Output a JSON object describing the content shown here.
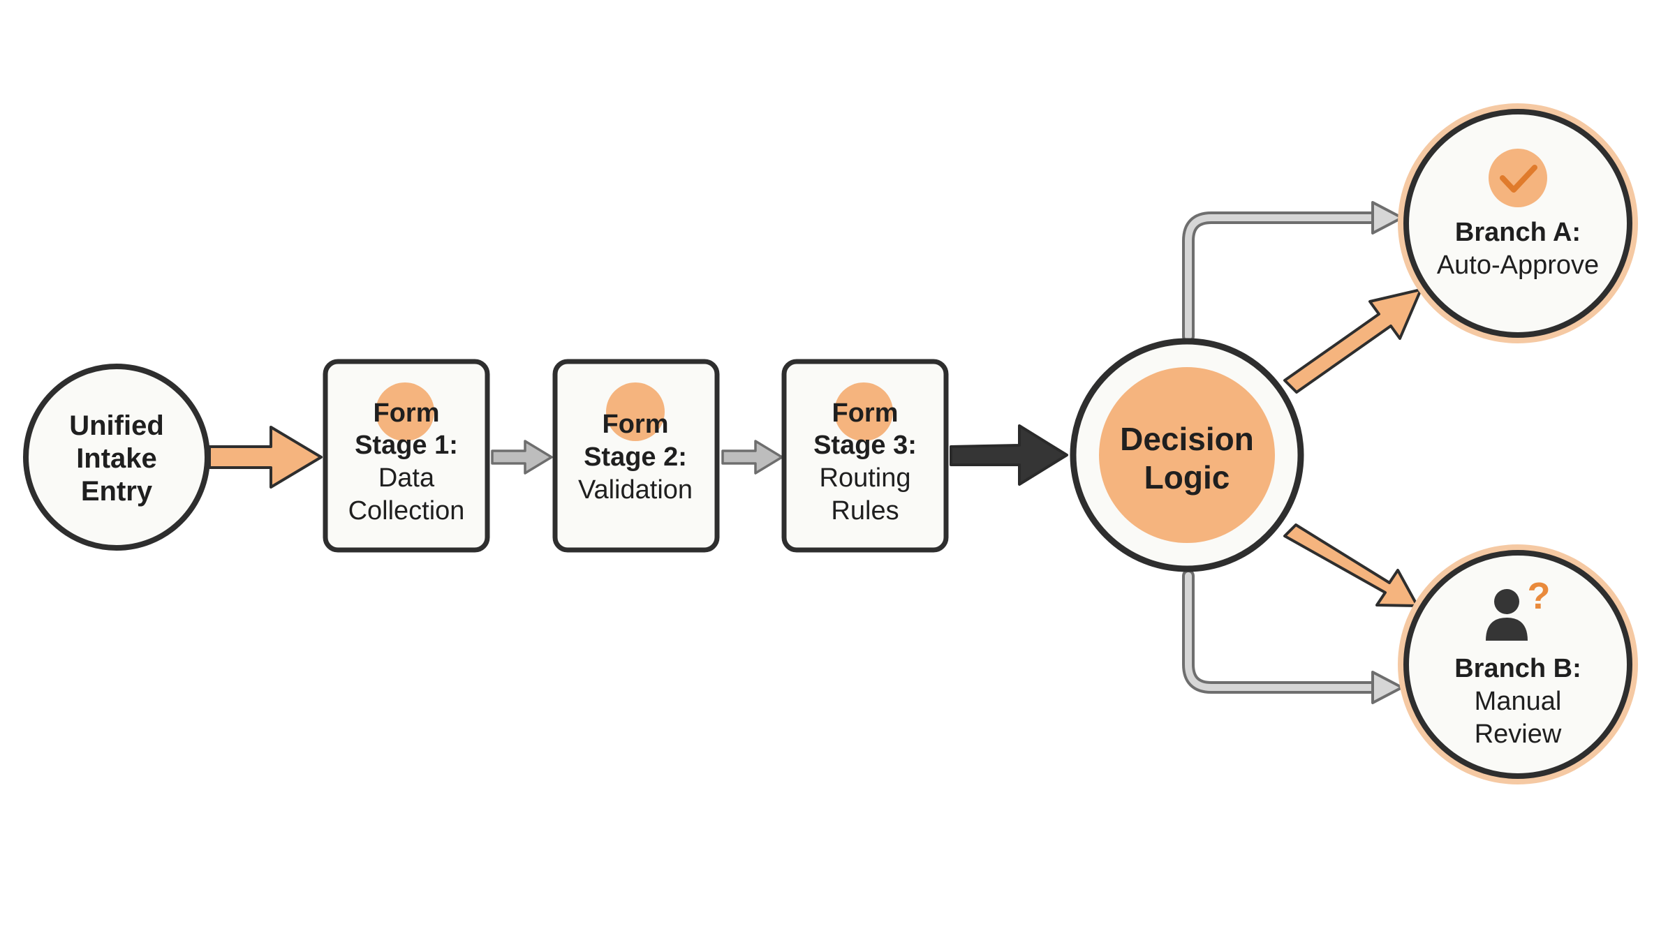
{
  "colors": {
    "accent": "#F5B47E",
    "accent_dark": "#E98A3C",
    "outline": "#2E2E2E",
    "node_fill": "#FAFAF7",
    "gray_arrow": "#9A9A9A",
    "dark_arrow": "#353535"
  },
  "nodes": {
    "entry": {
      "line1": "Unified",
      "line2": "Intake",
      "line3": "Entry"
    },
    "stage1": {
      "line1": "Form",
      "line2": "Stage 1:",
      "line3": "Data",
      "line4": "Collection"
    },
    "stage2": {
      "line1": "Form",
      "line2": "Stage 2:",
      "line3": "Validation"
    },
    "stage3": {
      "line1": "Form",
      "line2": "Stage 3:",
      "line3": "Routing",
      "line4": "Rules"
    },
    "decision": {
      "line1": "Decision",
      "line2": "Logic"
    },
    "branch_a": {
      "line1": "Branch A:",
      "line2": "Auto-Approve",
      "icon": "checkmark-icon"
    },
    "branch_b": {
      "line1": "Branch B:",
      "line2": "Manual",
      "line3": "Review",
      "icon": "person-question-icon",
      "icon_mark": "?"
    }
  }
}
